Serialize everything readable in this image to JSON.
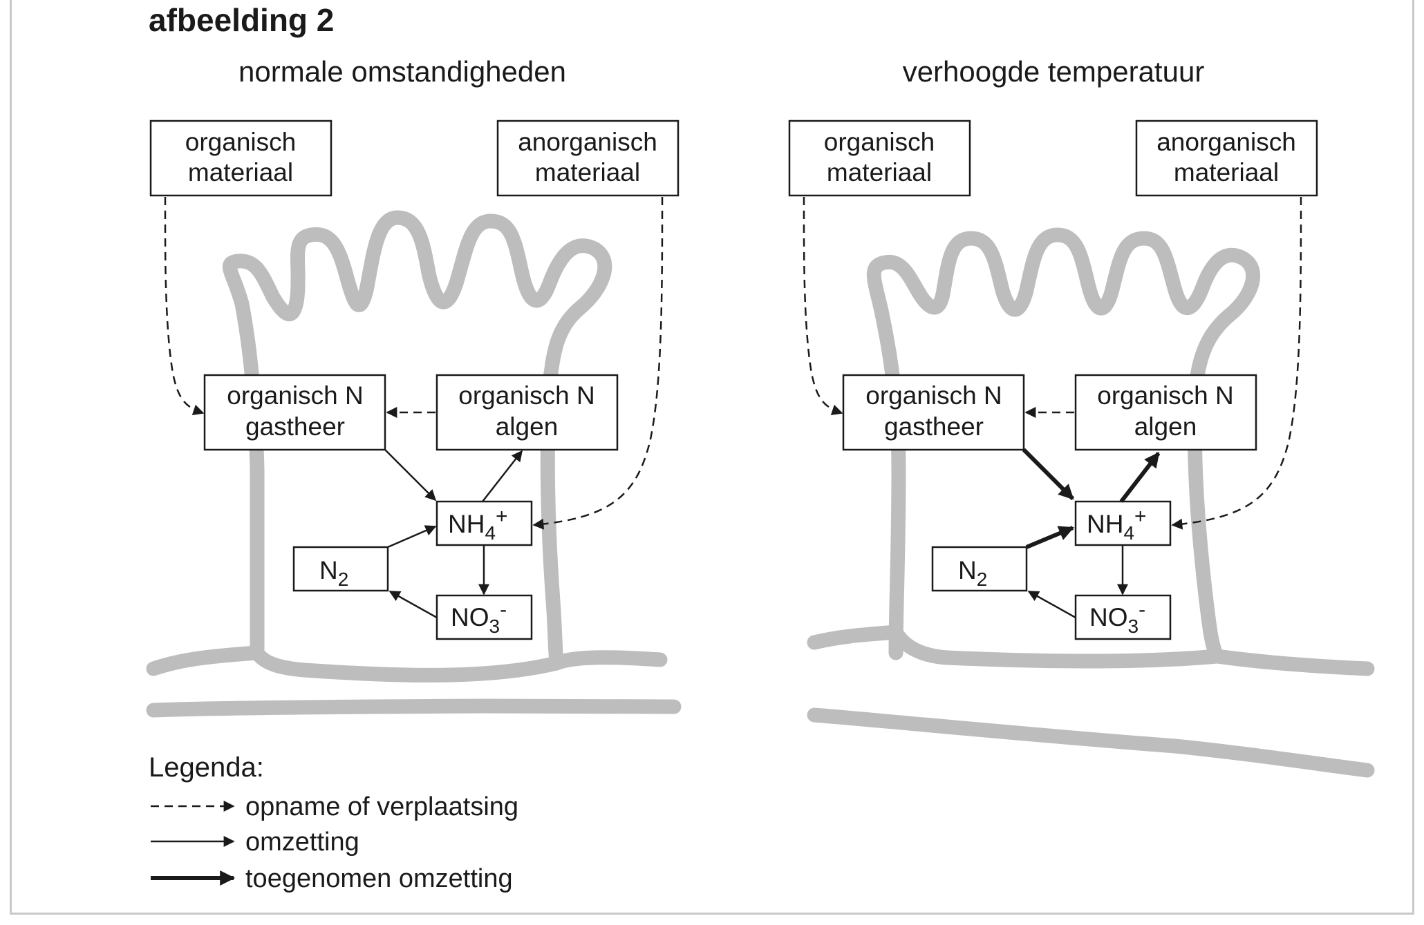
{
  "figure_title": "afbeelding 2",
  "panels": [
    {
      "title": "normale omstandigheden",
      "boxes": {
        "organisch_materiaal": [
          "organisch",
          "materiaal"
        ],
        "anorganisch_materiaal": [
          "anorganisch",
          "materiaal"
        ],
        "organisch_n_gastheer": [
          "organisch N",
          "gastheer"
        ],
        "organisch_n_algen": [
          "organisch N",
          "algen"
        ],
        "nh4": {
          "base": "NH",
          "sub": "4",
          "sup": "+"
        },
        "n2": {
          "base": "N",
          "sub": "2"
        },
        "no3": {
          "base": "NO",
          "sub": "3",
          "sup": "-"
        }
      }
    },
    {
      "title": "verhoogde temperatuur",
      "boxes": {
        "organisch_materiaal": [
          "organisch",
          "materiaal"
        ],
        "anorganisch_materiaal": [
          "anorganisch",
          "materiaal"
        ],
        "organisch_n_gastheer": [
          "organisch N",
          "gastheer"
        ],
        "organisch_n_algen": [
          "organisch N",
          "algen"
        ],
        "nh4": {
          "base": "NH",
          "sub": "4",
          "sup": "+"
        },
        "n2": {
          "base": "N",
          "sub": "2"
        },
        "no3": {
          "base": "NO",
          "sub": "3",
          "sup": "-"
        }
      }
    }
  ],
  "legend": {
    "title": "Legenda:",
    "items": [
      {
        "style": "dashed",
        "label": "opname of verplaatsing"
      },
      {
        "style": "thin",
        "label": "omzetting"
      },
      {
        "style": "thick",
        "label": "toegenomen omzetting"
      }
    ]
  }
}
